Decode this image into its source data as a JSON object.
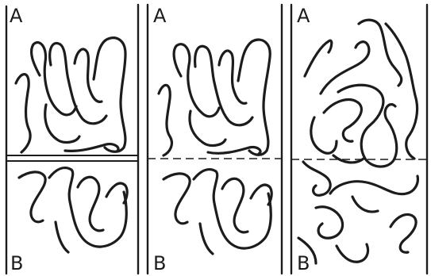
{
  "panels": [
    {
      "id": "left",
      "interface_style": "solid",
      "labels": {
        "top": "A",
        "bottom": "B"
      }
    },
    {
      "id": "middle",
      "interface_style": "dashed",
      "labels": {
        "top": "A",
        "bottom": "B"
      }
    },
    {
      "id": "right",
      "interface_style": "dashed",
      "labels": {
        "top": "A",
        "bottom": "B"
      }
    }
  ],
  "colors": {
    "ink": "#1c1c1c",
    "background": "#ffffff"
  }
}
